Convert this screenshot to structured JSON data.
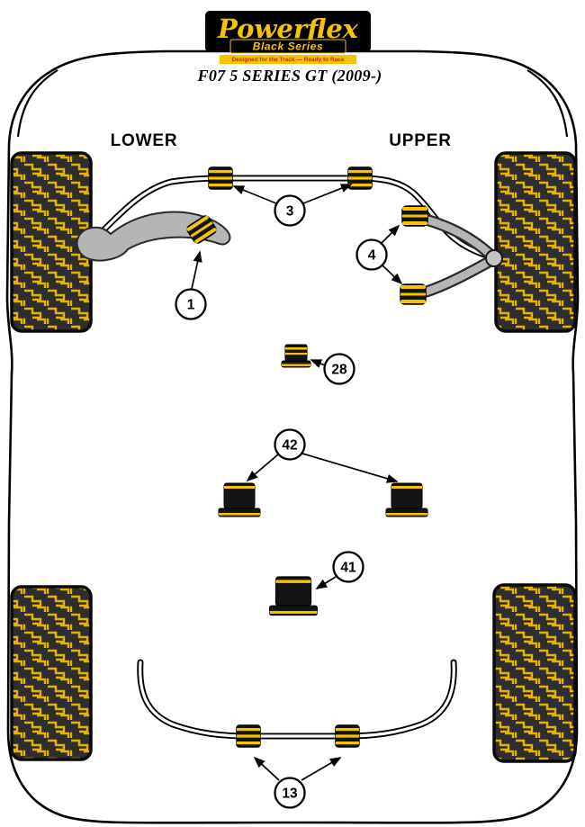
{
  "brand": {
    "name": "Powerflex",
    "series": "Black Series",
    "tagline": "Designed for the Track — Ready to Race"
  },
  "title": "F07 5 SERIES GT (2009-)",
  "labels": {
    "lower": "LOWER",
    "upper": "UPPER"
  },
  "callouts": {
    "c1": "1",
    "c3": "3",
    "c4": "4",
    "c28": "28",
    "c42": "42",
    "c41": "41",
    "c13": "13"
  },
  "colors": {
    "accent_yellow": "#F5C400",
    "brand_red": "#CE2418",
    "bushing_black": "#141414",
    "tire_black": "#2E2E2E",
    "arm_gray": "#B5B5B5"
  }
}
